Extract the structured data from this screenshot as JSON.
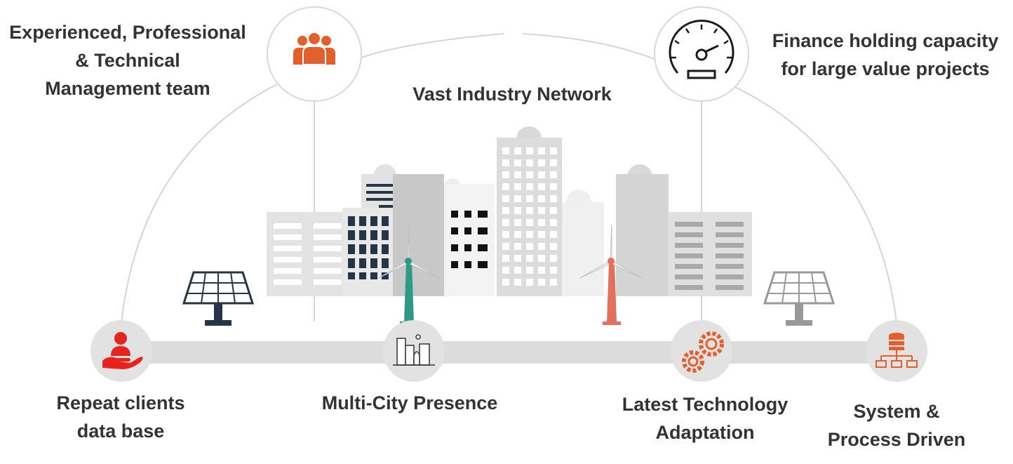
{
  "colors": {
    "accent_orange": "#E35F2C",
    "accent_red": "#E8231D",
    "dark_navy": "#243645",
    "teal": "#2E9A86",
    "coral": "#E2705A",
    "line_gray": "#D5D5D5",
    "circle_gray": "#E2E2E2",
    "text": "#333333"
  },
  "center": {
    "title": "Vast Industry Network"
  },
  "top_features": [
    {
      "lines": [
        "Experienced, Professional",
        "& Technical",
        "Management team"
      ],
      "icon": "team-icon"
    },
    {
      "lines": [
        "Finance holding capacity",
        "for large value projects"
      ],
      "icon": "gauge-icon"
    }
  ],
  "bottom_features": [
    {
      "lines": [
        "Repeat clients",
        "data base"
      ],
      "icon": "client-hand-icon"
    },
    {
      "lines": [
        "Multi-City Presence"
      ],
      "icon": "city-icon"
    },
    {
      "lines": [
        "Latest Technology",
        "Adaptation"
      ],
      "icon": "gears-icon"
    },
    {
      "lines": [
        "System &",
        "Process Driven"
      ],
      "icon": "database-network-icon"
    }
  ]
}
